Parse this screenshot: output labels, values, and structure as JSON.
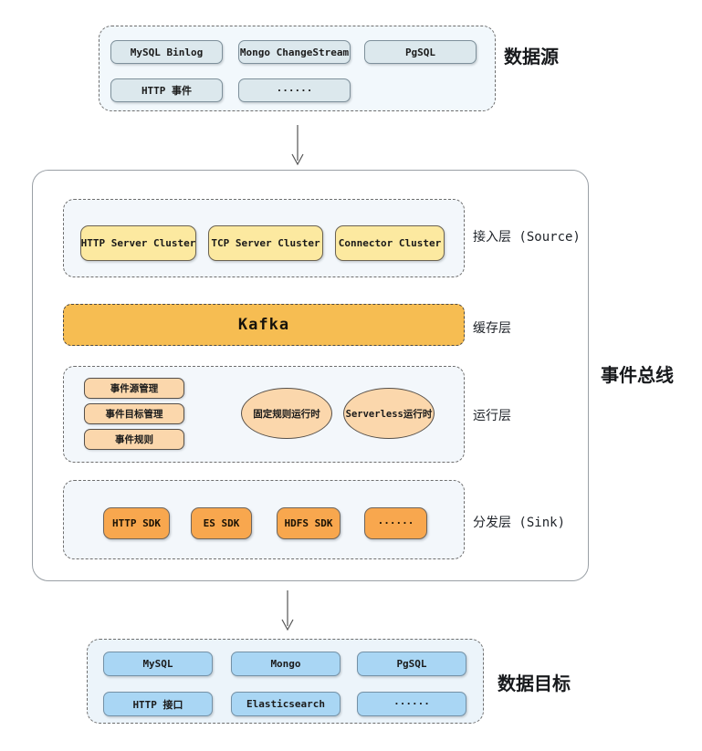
{
  "palette": {
    "source_chip": "#dce8ed",
    "access_chip": "#fce9a0",
    "kafka_fill": "#f6bd52",
    "runtime_chip": "#fbd7ac",
    "sink_chip": "#f8a74e",
    "target_chip": "#a9d6f4",
    "layer_bg": "#f3f7fb"
  },
  "data_sources": {
    "label": "数据源",
    "items": [
      "MySQL Binlog",
      "Mongo ChangeStream",
      "PgSQL",
      "HTTP 事件",
      "······"
    ]
  },
  "event_bus": {
    "label": "事件总线",
    "access_layer": {
      "label": "接入层 (Source)",
      "items": [
        "HTTP Server Cluster",
        "TCP Server Cluster",
        "Connector Cluster"
      ]
    },
    "cache_layer": {
      "label": "缓存层",
      "items": [
        "Kafka"
      ]
    },
    "runtime_layer": {
      "label": "运行层",
      "management_items": [
        "事件源管理",
        "事件目标管理",
        "事件规则"
      ],
      "runtime_items": [
        "固定规则运行时",
        "Serverless运行时"
      ]
    },
    "sink_layer": {
      "label": "分发层 (Sink)",
      "items": [
        "HTTP SDK",
        "ES SDK",
        "HDFS SDK",
        "······"
      ]
    }
  },
  "data_targets": {
    "label": "数据目标",
    "items": [
      "MySQL",
      "Mongo",
      "PgSQL",
      "HTTP 接口",
      "Elasticsearch",
      "······"
    ]
  }
}
